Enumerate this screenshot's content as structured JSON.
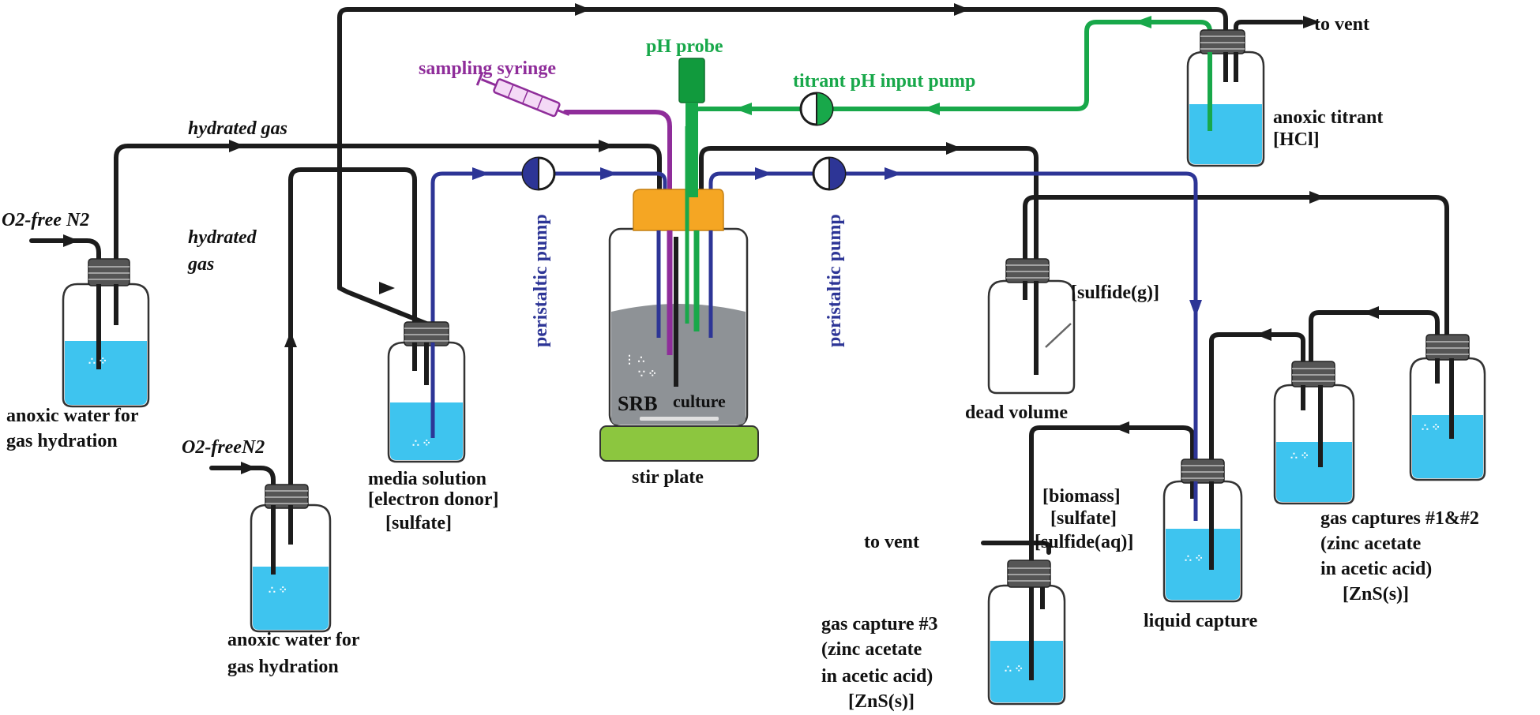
{
  "labels": {
    "ph_probe": "pH probe",
    "sampling_syringe": "sampling syringe",
    "titrant_pump": "titrant pH input pump",
    "to_vent_top": "to vent",
    "anoxic_titrant": "anoxic titrant",
    "hcl": "[HCl]",
    "hydrated_gas_top": "hydrated gas",
    "hydrated_gas_mid_1": "hydrated",
    "hydrated_gas_mid_2": "gas",
    "o2_free_n2_a": "O2-free N2",
    "o2_free_n2_b": "O2-freeN2",
    "peristaltic_pump_left": "peristaltic pump",
    "peristaltic_pump_right": "peristaltic pump",
    "dead_volume": "dead volume",
    "sulfide_g": "[sulfide(g)]",
    "srb_culture_1": "SRB",
    "srb_culture_2": "culture",
    "stir_plate": "stir plate",
    "anoxic_water_a_1": "anoxic water for",
    "anoxic_water_a_2": "gas hydration",
    "anoxic_water_b_1": "anoxic water for",
    "anoxic_water_b_2": "gas hydration",
    "media_1": "media solution",
    "media_2": "[electron donor]",
    "media_3": "[sulfate]",
    "biomass_1": "[biomass]",
    "biomass_2": "[sulfate]",
    "biomass_3": "[sulfide(aq)]",
    "to_vent_bottom": "to vent",
    "liquid_capture": "liquid capture",
    "gc12_1": "gas captures #1&#2",
    "gc12_2": "(zinc acetate",
    "gc12_3": "in acetic acid)",
    "gc12_4": "[ZnS(s)]",
    "gc3_1": "gas capture #3",
    "gc3_2": "(zinc acetate",
    "gc3_3": "in acetic acid)",
    "gc3_4": "[ZnS(s)]"
  },
  "colors": {
    "gas_line": "#1c1c1c",
    "liquid_line": "#2d3596",
    "titrant_line": "#18a84a",
    "syringe_line": "#8f2d9a",
    "water": "#3ec4ef",
    "reactor_cap": "#f5a623",
    "stir_plate": "#8cc63f",
    "culture": "#8e9296"
  }
}
